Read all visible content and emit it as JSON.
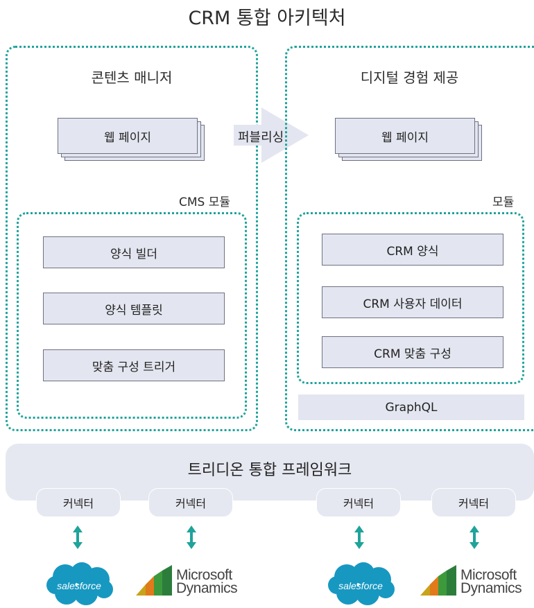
{
  "title": "CRM 통합 아키텍처",
  "left_panel": {
    "title": "콘텐츠 매니저",
    "web_page": "웹 페이지",
    "module_label": "CMS 모듈",
    "modules": [
      "양식 빌더",
      "양식 템플릿",
      "맞춤 구성 트리거"
    ]
  },
  "publish_label": "퍼블리싱",
  "right_panel": {
    "title": "디지털 경험 제공",
    "web_page": "웹 페이지",
    "module_label": "모듈",
    "modules": [
      "CRM 양식",
      "CRM 사용자 데이터",
      "CRM 맞춤 구성"
    ],
    "graphql": "GraphQL"
  },
  "framework": {
    "label": "트리디온 통합 프레임워크",
    "connectors": [
      "커넥터",
      "커넥터",
      "커넥터",
      "커넥터"
    ]
  },
  "logos": [
    {
      "name": "salesforce",
      "text": "salesforce"
    },
    {
      "name": "microsoft-dynamics",
      "line1": "Microsoft",
      "line2": "Dynamics"
    },
    {
      "name": "salesforce",
      "text": "salesforce"
    },
    {
      "name": "microsoft-dynamics",
      "line1": "Microsoft",
      "line2": "Dynamics"
    }
  ],
  "colors": {
    "dotted_border": "#1fa39a",
    "box_fill": "#e3e6f0",
    "box_border": "#6d7080",
    "framework_fill": "#e6e8f1",
    "arrow_fill": "#e3e6f0",
    "double_arrow": "#1fa39a",
    "salesforce_blue": "#1798c1"
  }
}
